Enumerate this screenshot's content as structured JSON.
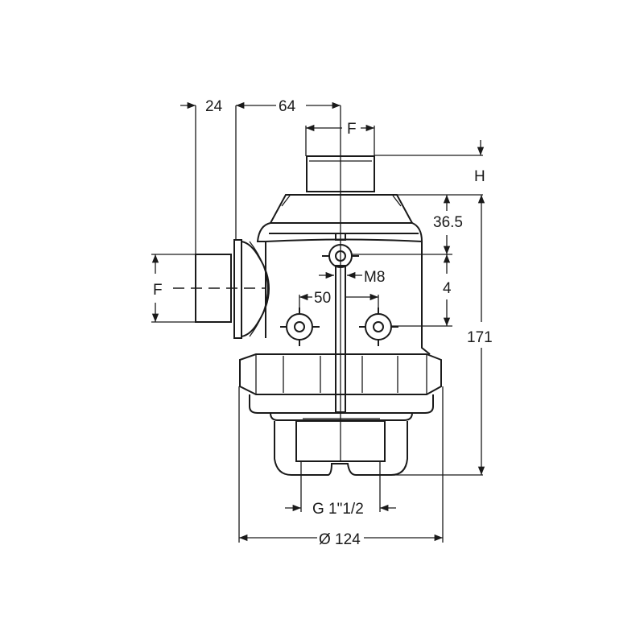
{
  "drawing": {
    "dimensions": {
      "port_length": "24",
      "port_offset": "64",
      "top_thread": "F",
      "top_height": "H",
      "side_thread": "F",
      "cap_height": "36.5",
      "boss_spacing_vertical": "4",
      "bolt": "M8",
      "boss_spacing_horizontal": "50",
      "total_height": "171",
      "outlet_thread": "G 1\"1/2",
      "diameter": "Ø 124"
    },
    "line_color": "#1a1a1a"
  }
}
